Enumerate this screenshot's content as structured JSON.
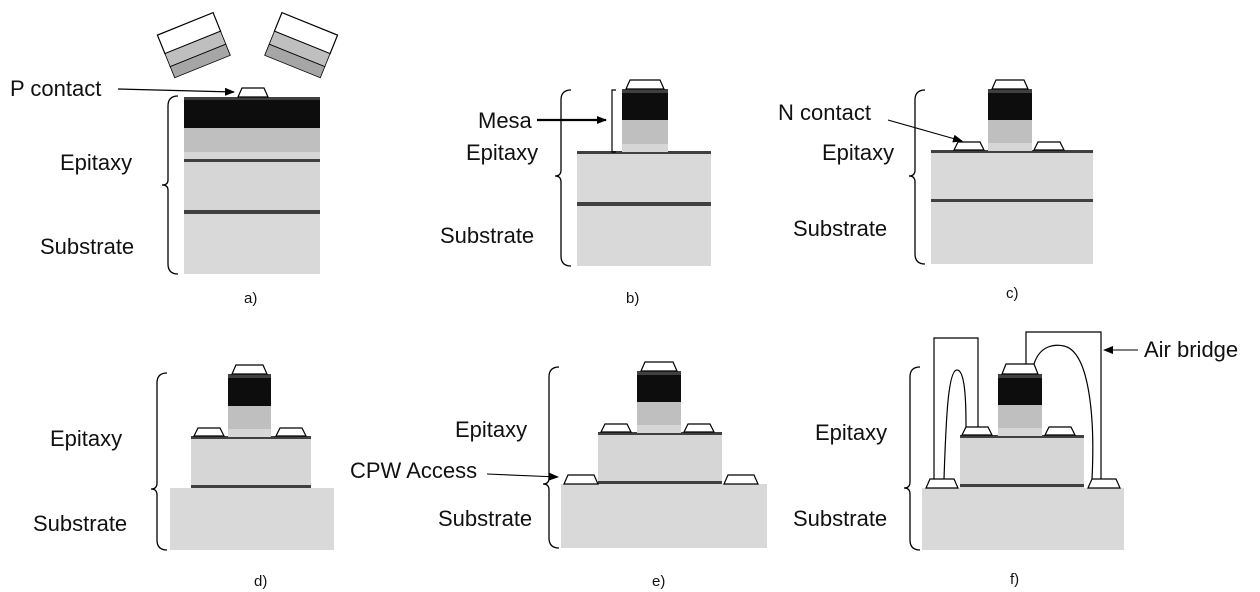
{
  "colors": {
    "substrate": "#d9d9d9",
    "epi_light": "#d6d6d6",
    "epi_mid": "#bfbfbf",
    "epi_dark": "#a6a6a6",
    "active_black": "#0d0d0d",
    "layer_line": "#404040",
    "contact_fill": "#ffffff",
    "outline": "#000000"
  },
  "panels": {
    "a": {
      "caption": "a)",
      "label_contact": "P contact",
      "label_epitaxy": "Epitaxy",
      "label_substrate": "Substrate"
    },
    "b": {
      "caption": "b)",
      "label_mesa": "Mesa",
      "label_epitaxy": "Epitaxy",
      "label_substrate": "Substrate"
    },
    "c": {
      "caption": "c)",
      "label_contact": "N contact",
      "label_epitaxy": "Epitaxy",
      "label_substrate": "Substrate"
    },
    "d": {
      "caption": "d)",
      "label_epitaxy": "Epitaxy",
      "label_substrate": "Substrate"
    },
    "e": {
      "caption": "e)",
      "label_access": "CPW Access",
      "label_epitaxy": "Epitaxy",
      "label_substrate": "Substrate"
    },
    "f": {
      "caption": "f)",
      "label_bridge": "Air bridge",
      "label_epitaxy": "Epitaxy",
      "label_substrate": "Substrate"
    }
  },
  "icons": [
    "evaporation-source-icon",
    "arrow-icon",
    "brace-icon"
  ]
}
